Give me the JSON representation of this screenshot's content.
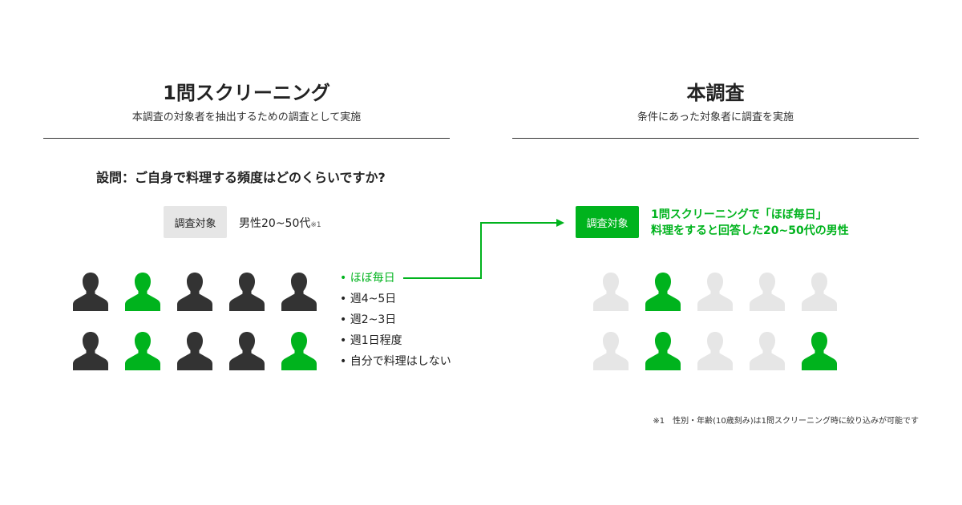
{
  "left": {
    "title": "1問スクリーニング",
    "subtitle": "本調査の対象者を抽出するための調査として実施",
    "question": "設問：ご自身で料理する頻度はどのくらいですか?",
    "target_tag": "調査対象",
    "target_value": "男性20~50代",
    "target_note_mark": "※1",
    "options": [
      {
        "label": "• ほぼ毎日",
        "selected": true
      },
      {
        "label": "• 週4~5日",
        "selected": false
      },
      {
        "label": "• 週2~3日",
        "selected": false
      },
      {
        "label": "• 週1日程度",
        "selected": false
      },
      {
        "label": "• 自分で料理はしない",
        "selected": false
      }
    ],
    "people": [
      [
        "dark",
        "green",
        "dark",
        "dark",
        "dark"
      ],
      [
        "dark",
        "green",
        "dark",
        "dark",
        "green"
      ]
    ]
  },
  "right": {
    "title": "本調査",
    "subtitle": "条件にあった対象者に調査を実施",
    "target_tag": "調査対象",
    "target_line1": "1問スクリーニングで「ほぼ毎日」",
    "target_line2": "料理をすると回答した20~50代の男性",
    "people": [
      [
        "light",
        "green",
        "light",
        "light",
        "light"
      ],
      [
        "light",
        "green",
        "light",
        "light",
        "green"
      ]
    ]
  },
  "footnote": "※1　性別・年齢(10歳刻み)は1問スクリーニング時に絞り込みが可能です",
  "colors": {
    "green": "#00b31d",
    "dark": "#333333",
    "light": "#e6e6e6"
  }
}
